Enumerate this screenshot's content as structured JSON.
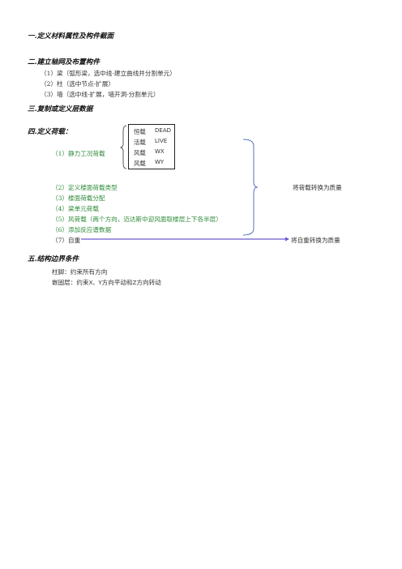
{
  "headings": {
    "h1": "一.定义材料属性及构件截面",
    "h2": "二.建立轴网及布置构件",
    "h3": "三.复制或定义层数据",
    "h4": "四.定义荷载：",
    "h5": "五.结构边界条件"
  },
  "section2_items": [
    "（1）梁（弧形梁，选中线-建立曲线并分割单元）",
    "（2）柱（选中节点-扩展）",
    "（3）墙（选中线-扩展，墙开洞-分割单元）"
  ],
  "load_cases": {
    "label": "（1）静力工况荷载",
    "rows": [
      {
        "cn": "恒载",
        "en": "DEAD"
      },
      {
        "cn": "活载",
        "en": "LIVE"
      },
      {
        "cn": "风载",
        "en": "WX"
      },
      {
        "cn": "风载",
        "en": "WY"
      }
    ]
  },
  "load_items": [
    "（2）定义楼面荷载类型",
    "（3）楼面荷载分配",
    "（4）梁单元荷载",
    "（5）风荷载（两个方向，迈达斯中迎风面取楼层上下各半层）",
    "（6）添加反应谱数据"
  ],
  "self_weight": "（7）自重",
  "notes": {
    "load_to_mass": "将荷载转换为质量",
    "self_weight_to_mass": "将自重转换为质量"
  },
  "boundary": {
    "line1": "柱脚：约束所有方向",
    "line2_a": "嵌固层：约束",
    "line2_b": "X、Y",
    "line2_c": "方向平动和",
    "line2_d": "Z",
    "line2_e": "方向转动"
  },
  "colors": {
    "heading": "#111111",
    "text": "#333333",
    "green": "#2e8b3a",
    "arrow": "#6a5acd"
  }
}
